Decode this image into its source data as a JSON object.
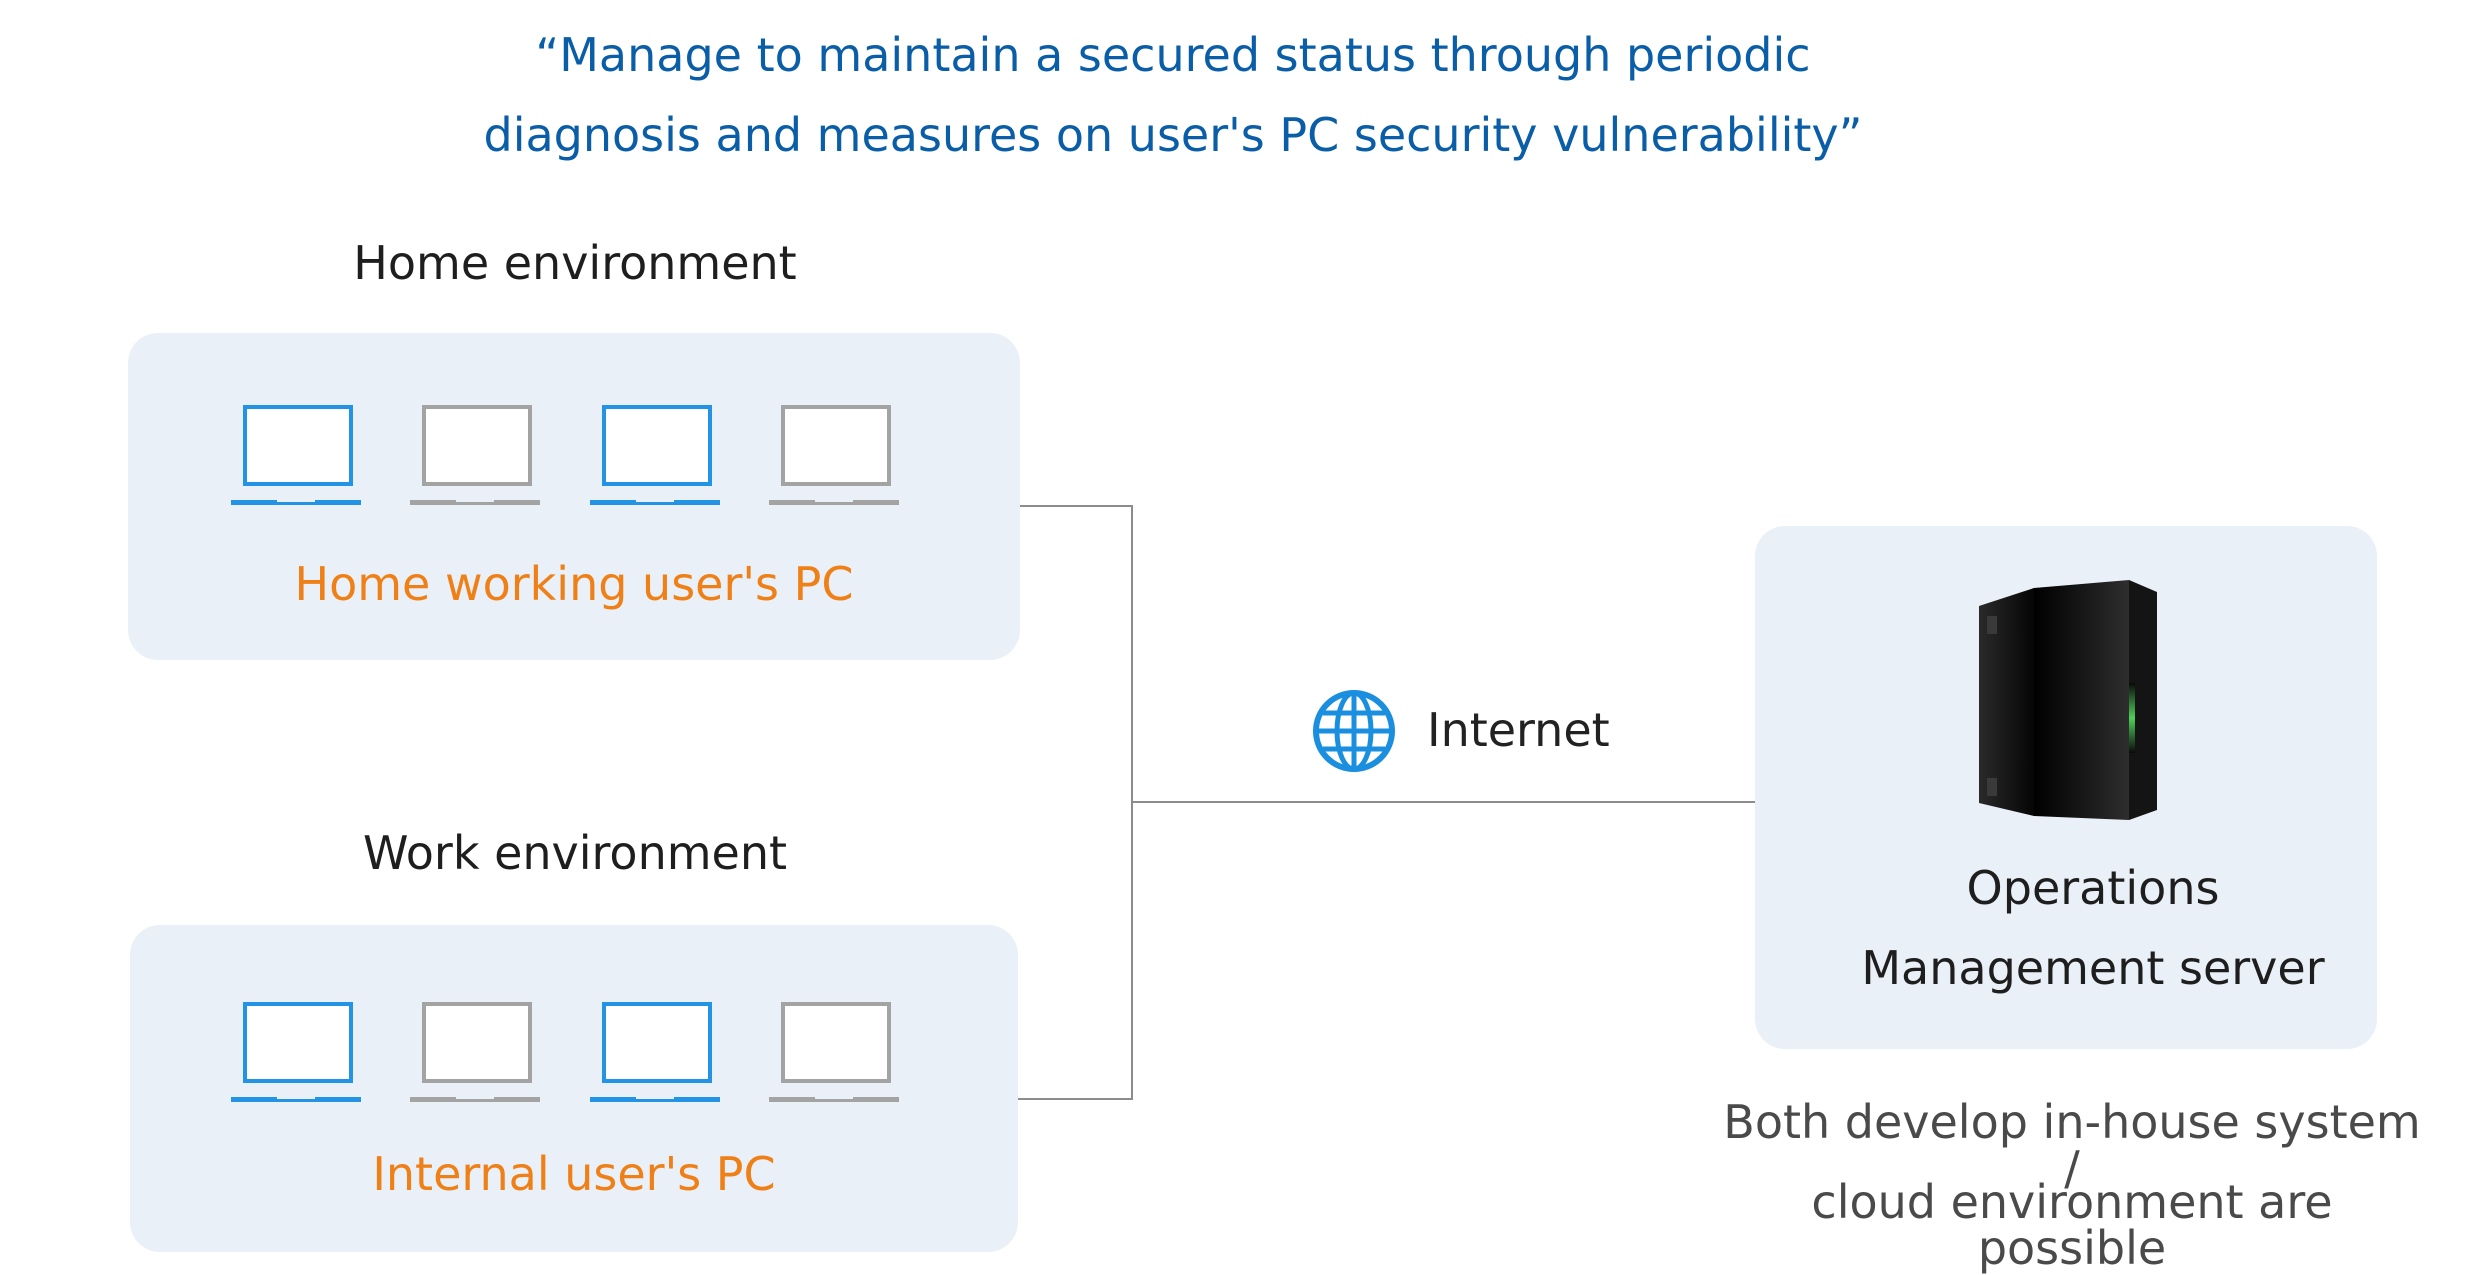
{
  "headline": {
    "line1": "“Manage to maintain a secured status through periodic",
    "line2": "diagnosis and measures on user's PC security vulnerability”"
  },
  "home": {
    "title": "Home environment",
    "label": "Home working user's PC",
    "laptops": [
      "blue",
      "gray",
      "blue",
      "gray"
    ]
  },
  "work": {
    "title": "Work environment",
    "label": "Internal user's PC",
    "laptops": [
      "blue",
      "gray",
      "blue",
      "gray"
    ]
  },
  "internet": {
    "label": "Internet",
    "icon": "globe-icon"
  },
  "server": {
    "icon": "server-tower-icon",
    "line1": "Operations",
    "line2": "Management server"
  },
  "note": {
    "line1": "Both develop in-house system /",
    "line2": "cloud environment are possible"
  },
  "colors": {
    "headline": "#0a5ea8",
    "accent_label": "#ef8018",
    "panel": "#eaf0f7",
    "laptop_blue": "#2393e6",
    "laptop_gray": "#a3a3a3",
    "connector": "#8c8c8c"
  }
}
